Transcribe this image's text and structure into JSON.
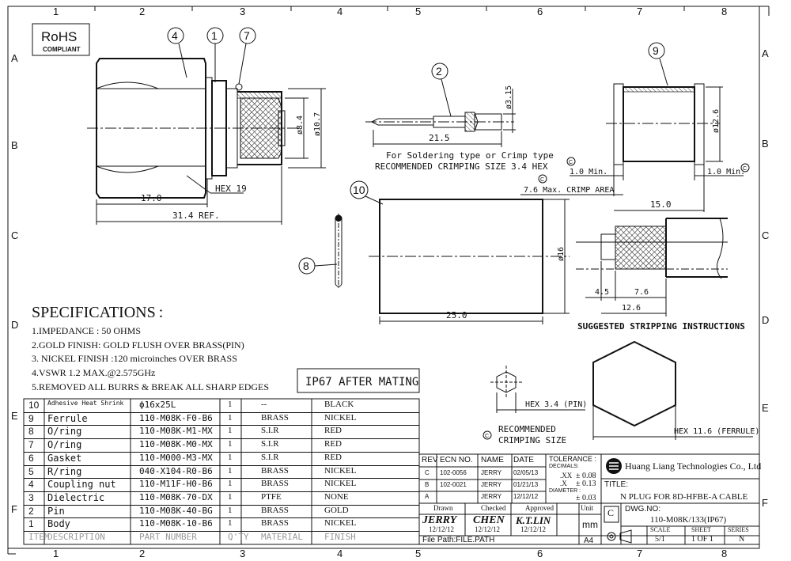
{
  "grid": {
    "columns": [
      "1",
      "2",
      "3",
      "4",
      "5",
      "6",
      "7",
      "8"
    ],
    "rows": [
      "A",
      "B",
      "C",
      "D",
      "E",
      "F"
    ]
  },
  "rohs": {
    "line1": "RoHS",
    "line2": "COMPLIANT"
  },
  "balloons": {
    "b1": "1",
    "b2": "2",
    "b4": "4",
    "b7": "7",
    "b8": "8",
    "b9": "9",
    "b10": "10"
  },
  "dims": {
    "d8_4": "ø8.4",
    "d10_7": "ø10.7",
    "l17": "17.0",
    "l31_4": "31.4 REF.",
    "hex19": "HEX 19",
    "d3_15": "ø3.15",
    "l21_5": "21.5",
    "solder1": "For Soldering type or Crimp type",
    "solder2": "RECOMMENDED CRIMPING SIZE 3.4 HEX",
    "d12_6": "ø12.6",
    "min1": "1.0 Min.",
    "min2": "1.0 Min.",
    "crimp_area": "7.6 Max. CRIMP AREA",
    "l15": "15.0",
    "d16": "ø16",
    "l25": "25.0",
    "s4_5": "4.5",
    "s7_6": "7.6",
    "s12_6": "12.6",
    "strip": "SUGGESTED STRIPPING INSTRUCTIONS",
    "hex3_4": "HEX 3.4 (PIN)",
    "rec1": "RECOMMENDED",
    "rec2": "CRIMPING SIZE",
    "hex11_6": "HEX 11.6 (FERRULE)",
    "c": "C"
  },
  "specs": {
    "title": "SPECIFICATIONS :",
    "lines": [
      "1.IMPEDANCE : 50 OHMS",
      "2.GOLD FINISH: GOLD FLUSH OVER BRASS(PIN)",
      "3. NICKEL FINISH :120 microinches OVER BRASS",
      "4.VSWR 1.2 MAX.@2.575GHz",
      "5.REMOVED ALL BURRS & BREAK ALL SHARP EDGES"
    ]
  },
  "ip67": "IP67 AFTER MATING",
  "bom": {
    "rows": [
      {
        "item": "10",
        "desc": "Adhesive Heat Shrink",
        "part": "ϕ16x25L",
        "qty": "1",
        "mat": "--",
        "finish": "BLACK"
      },
      {
        "item": "9",
        "desc": "Ferrule",
        "part": "110-M08K-F0-B6",
        "qty": "1",
        "mat": "BRASS",
        "finish": "NICKEL"
      },
      {
        "item": "8",
        "desc": "O/ring",
        "part": "110-M08K-M1-MX",
        "qty": "1",
        "mat": "S.I.R",
        "finish": "RED"
      },
      {
        "item": "7",
        "desc": "O/ring",
        "part": "110-M08K-M0-MX",
        "qty": "1",
        "mat": "S.I.R",
        "finish": "RED"
      },
      {
        "item": "6",
        "desc": "Gasket",
        "part": "110-M000-M3-MX",
        "qty": "1",
        "mat": "S.I.R",
        "finish": "RED"
      },
      {
        "item": "5",
        "desc": "R/ring",
        "part": "040-X104-R0-B6",
        "qty": "1",
        "mat": "BRASS",
        "finish": "NICKEL"
      },
      {
        "item": "4",
        "desc": "Coupling nut",
        "part": "110-M11F-H0-B6",
        "qty": "1",
        "mat": "BRASS",
        "finish": "NICKEL"
      },
      {
        "item": "3",
        "desc": "Dielectric",
        "part": "110-M08K-70-DX",
        "qty": "1",
        "mat": "PTFE",
        "finish": "NONE"
      },
      {
        "item": "2",
        "desc": "Pin",
        "part": "110-M08K-40-BG",
        "qty": "1",
        "mat": "BRASS",
        "finish": "GOLD"
      },
      {
        "item": "1",
        "desc": "Body",
        "part": "110-M08K-10-B6",
        "qty": "1",
        "mat": "BRASS",
        "finish": "NICKEL"
      }
    ],
    "header": {
      "item": "ITEM",
      "desc": "DESCRIPTION",
      "part": "PART NUMBER",
      "qty": "Q'TY",
      "mat": "MATERIAL",
      "finish": "FINISH"
    }
  },
  "revs": {
    "header": {
      "rev": "REV",
      "ecn": "ECN NO.",
      "name": "NAME",
      "date": "DATE"
    },
    "rows": [
      {
        "rev": "C",
        "ecn": "102-0056",
        "name": "JERRY",
        "date": "02/05/13"
      },
      {
        "rev": "B",
        "ecn": "102-0021",
        "name": "JERRY",
        "date": "01/21/13"
      },
      {
        "rev": "A",
        "ecn": "",
        "name": "JERRY",
        "date": "12/12/12"
      }
    ]
  },
  "tolerance": {
    "label": "TOLERANCE :",
    "decimals": "DECIMALS:",
    "xx": ".XX",
    "xx_val": "± 0.08",
    "x": ".X",
    "x_val": "± 0.13",
    "diameter": "DIAMETER :",
    "d_val": "± 0.03"
  },
  "company": "Huang Liang Technologies Co., Ltd",
  "title_label": "TITLE:",
  "title_value": "N PLUG FOR 8D-HFBE-A CABLE",
  "sign": {
    "drawn": "Drawn",
    "checked": "Checked",
    "approved": "Approved",
    "unit": "Unit",
    "drawn_by": "JERRY",
    "checked_by": "CHEN",
    "approved_by": "K.T.LIN",
    "drawn_date": "12/12/12",
    "checked_date": "12/12/12",
    "approved_date": "12/12/12",
    "unit_val": "mm"
  },
  "dwg": {
    "size": "C",
    "label": "DWG.NO:",
    "number": "110-M08K/133(IP67)"
  },
  "scale": {
    "label": "SCALE",
    "value": "5/1"
  },
  "sheet": {
    "label": "SHEET",
    "value": "1 OF 1"
  },
  "series": {
    "label": "SERIES",
    "value": "N"
  },
  "file_path": "File Path:FILE.PATH",
  "paper": "A4"
}
